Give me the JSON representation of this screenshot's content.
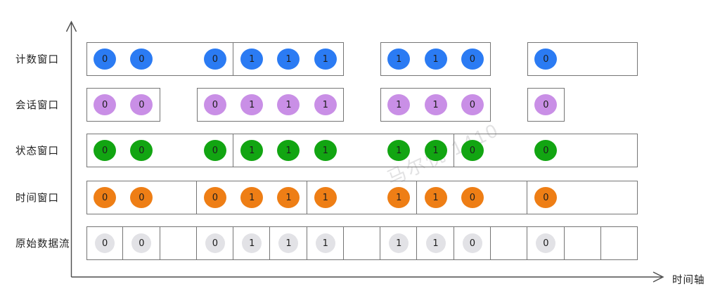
{
  "axis": {
    "x_label": "时间轴"
  },
  "watermark": "马尔悦 1410",
  "colors": {
    "count_window": "#2b7bf3",
    "session_window": "#c98fe6",
    "state_window": "#12a512",
    "time_window": "#ee7e15",
    "raw_stream": "#e2e2e6",
    "box_border": "#757575",
    "axis_stroke": "#4d4d4d"
  },
  "rows": [
    {
      "id": "count-window",
      "label": "计数窗口",
      "circle_color": "#2b7bf3",
      "boxes": [
        {
          "start": 0,
          "end": 4,
          "events": [
            {
              "slot": 0,
              "value": "0"
            },
            {
              "slot": 1,
              "value": "0"
            },
            {
              "slot": 3,
              "value": "0"
            }
          ]
        },
        {
          "start": 4,
          "end": 7,
          "events": [
            {
              "slot": 4,
              "value": "1"
            },
            {
              "slot": 5,
              "value": "1"
            },
            {
              "slot": 6,
              "value": "1"
            }
          ]
        },
        {
          "start": 8,
          "end": 11,
          "events": [
            {
              "slot": 8,
              "value": "1"
            },
            {
              "slot": 9,
              "value": "1"
            },
            {
              "slot": 10,
              "value": "0"
            }
          ]
        },
        {
          "start": 12,
          "end": 15,
          "events": [
            {
              "slot": 12,
              "value": "0"
            }
          ]
        }
      ]
    },
    {
      "id": "session-window",
      "label": "会话窗口",
      "circle_color": "#c98fe6",
      "boxes": [
        {
          "start": 0,
          "end": 2,
          "events": [
            {
              "slot": 0,
              "value": "0"
            },
            {
              "slot": 1,
              "value": "0"
            }
          ]
        },
        {
          "start": 3,
          "end": 7,
          "events": [
            {
              "slot": 3,
              "value": "0"
            },
            {
              "slot": 4,
              "value": "1"
            },
            {
              "slot": 5,
              "value": "1"
            },
            {
              "slot": 6,
              "value": "1"
            }
          ]
        },
        {
          "start": 8,
          "end": 11,
          "events": [
            {
              "slot": 8,
              "value": "1"
            },
            {
              "slot": 9,
              "value": "1"
            },
            {
              "slot": 10,
              "value": "0"
            }
          ]
        },
        {
          "start": 12,
          "end": 13,
          "events": [
            {
              "slot": 12,
              "value": "0"
            }
          ]
        }
      ]
    },
    {
      "id": "state-window",
      "label": "状态窗口",
      "circle_color": "#12a512",
      "boxes": [
        {
          "start": 0,
          "end": 4,
          "events": [
            {
              "slot": 0,
              "value": "0"
            },
            {
              "slot": 1,
              "value": "0"
            },
            {
              "slot": 3,
              "value": "0"
            }
          ]
        },
        {
          "start": 4,
          "end": 10,
          "events": [
            {
              "slot": 4,
              "value": "1"
            },
            {
              "slot": 5,
              "value": "1"
            },
            {
              "slot": 6,
              "value": "1"
            },
            {
              "slot": 8,
              "value": "1"
            },
            {
              "slot": 9,
              "value": "1"
            }
          ]
        },
        {
          "start": 10,
          "end": 15,
          "events": [
            {
              "slot": 10,
              "value": "0"
            },
            {
              "slot": 12,
              "value": "0"
            }
          ]
        }
      ]
    },
    {
      "id": "time-window",
      "label": "时间窗口",
      "circle_color": "#ee7e15",
      "boxes": [
        {
          "start": 0,
          "end": 3,
          "events": [
            {
              "slot": 0,
              "value": "0"
            },
            {
              "slot": 1,
              "value": "0"
            }
          ]
        },
        {
          "start": 3,
          "end": 6,
          "events": [
            {
              "slot": 3,
              "value": "0"
            },
            {
              "slot": 4,
              "value": "1"
            },
            {
              "slot": 5,
              "value": "1"
            }
          ]
        },
        {
          "start": 6,
          "end": 9,
          "events": [
            {
              "slot": 6,
              "value": "1"
            },
            {
              "slot": 8,
              "value": "1"
            }
          ]
        },
        {
          "start": 9,
          "end": 12,
          "events": [
            {
              "slot": 9,
              "value": "1"
            },
            {
              "slot": 10,
              "value": "0"
            }
          ]
        },
        {
          "start": 12,
          "end": 15,
          "events": [
            {
              "slot": 12,
              "value": "0"
            }
          ]
        }
      ]
    },
    {
      "id": "raw-stream",
      "label": "原始数据流",
      "circle_color": "#e2e2e6",
      "boxes": [
        {
          "start": 0,
          "end": 1,
          "events": [
            {
              "slot": 0,
              "value": "0"
            }
          ]
        },
        {
          "start": 1,
          "end": 2,
          "events": [
            {
              "slot": 1,
              "value": "0"
            }
          ]
        },
        {
          "start": 2,
          "end": 3,
          "events": []
        },
        {
          "start": 3,
          "end": 4,
          "events": [
            {
              "slot": 3,
              "value": "0"
            }
          ]
        },
        {
          "start": 4,
          "end": 5,
          "events": [
            {
              "slot": 4,
              "value": "1"
            }
          ]
        },
        {
          "start": 5,
          "end": 6,
          "events": [
            {
              "slot": 5,
              "value": "1"
            }
          ]
        },
        {
          "start": 6,
          "end": 7,
          "events": [
            {
              "slot": 6,
              "value": "1"
            }
          ]
        },
        {
          "start": 7,
          "end": 8,
          "events": []
        },
        {
          "start": 8,
          "end": 9,
          "events": [
            {
              "slot": 8,
              "value": "1"
            }
          ]
        },
        {
          "start": 9,
          "end": 10,
          "events": [
            {
              "slot": 9,
              "value": "1"
            }
          ]
        },
        {
          "start": 10,
          "end": 11,
          "events": [
            {
              "slot": 10,
              "value": "0"
            }
          ]
        },
        {
          "start": 11,
          "end": 12,
          "events": []
        },
        {
          "start": 12,
          "end": 13,
          "events": [
            {
              "slot": 12,
              "value": "0"
            }
          ]
        },
        {
          "start": 13,
          "end": 14,
          "events": []
        },
        {
          "start": 14,
          "end": 15,
          "events": []
        }
      ]
    }
  ]
}
